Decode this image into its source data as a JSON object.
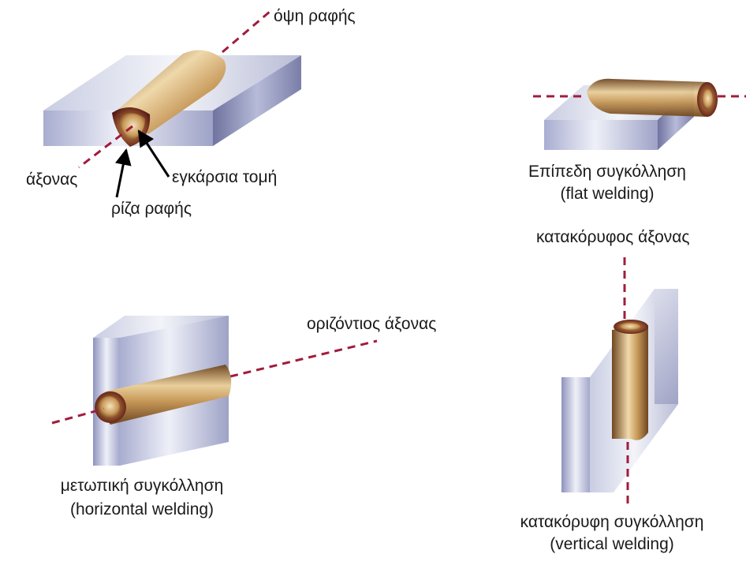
{
  "labels": {
    "seam_face": "όψη ραφής",
    "axis": "άξονας",
    "cross_section": "εγκάρσια τομή",
    "seam_root": "ρίζα ραφής",
    "flat_title": "Επίπεδη συγκόλληση",
    "flat_subtitle": "(flat welding)",
    "vertical_axis": "κατακόρυφος άξονας",
    "horizontal_axis": "οριζόντιος άξονας",
    "horizontal_title": "μετωπική συγκόλληση",
    "horizontal_subtitle": "(horizontal welding)",
    "vertical_title": "κατακόρυφη συγκόλληση",
    "vertical_subtitle": "(vertical welding)"
  },
  "colors": {
    "axis_dash": "#a01c3c",
    "arrow": "#000000",
    "weld_light": "#f2dcae",
    "weld_mid": "#c89a5a",
    "weld_dark": "#6e4620",
    "weld_root": "#5a1818",
    "metal_light": "#f1f2f8",
    "metal_mid": "#c4c8df",
    "metal_dark": "#6b6f9c"
  }
}
